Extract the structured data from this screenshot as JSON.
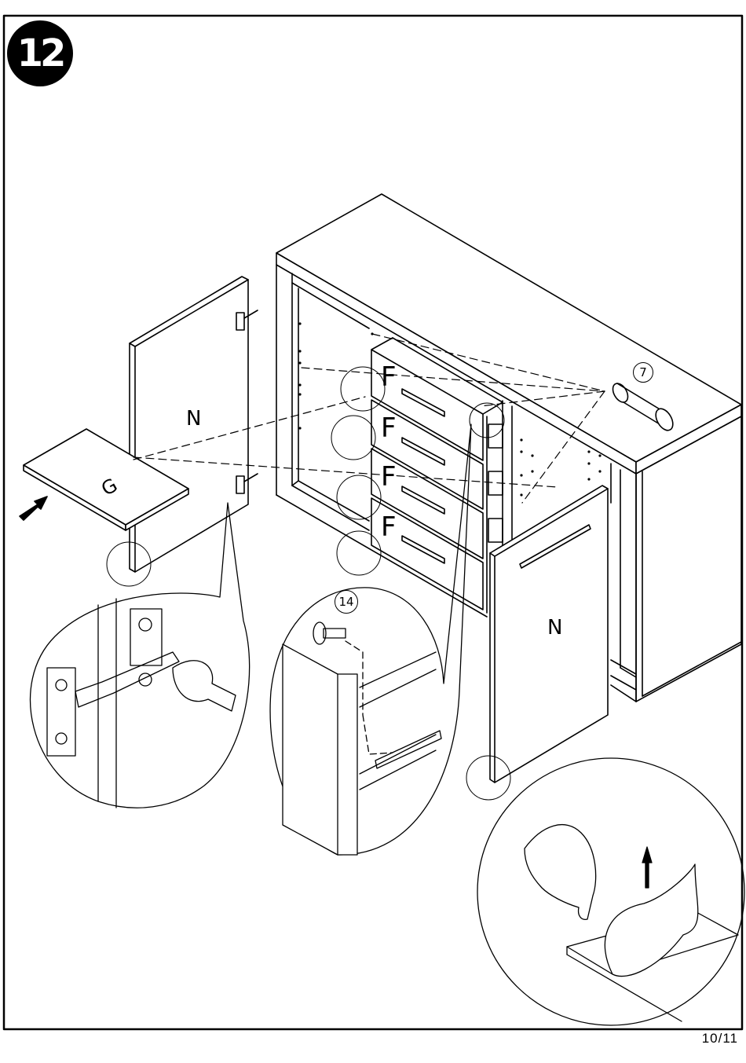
{
  "step": {
    "number": "12"
  },
  "page": {
    "number": "10/11"
  },
  "labels": {
    "door_left": "N",
    "door_right": "N",
    "shelf": "G",
    "drawer": "F",
    "knob_part": "7",
    "screw_part": "14"
  },
  "colors": {
    "ink": "#000000",
    "paper": "#ffffff"
  }
}
